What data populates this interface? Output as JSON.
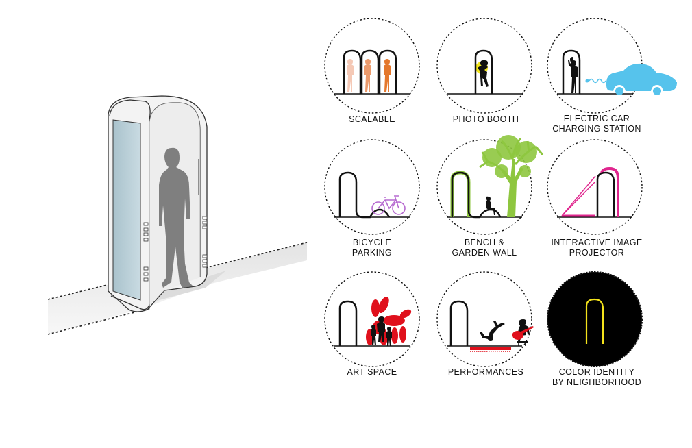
{
  "panels": [
    {
      "id": "scalable",
      "lines": [
        "SCALABLE"
      ]
    },
    {
      "id": "photo-booth",
      "lines": [
        "PHOTO BOOTH"
      ]
    },
    {
      "id": "electric-car",
      "lines": [
        "ELECTRIC CAR",
        "CHARGING STATION"
      ]
    },
    {
      "id": "bicycle",
      "lines": [
        "BICYCLE",
        "PARKING"
      ]
    },
    {
      "id": "bench",
      "lines": [
        "BENCH &",
        "GARDEN WALL"
      ]
    },
    {
      "id": "projector",
      "lines": [
        "INTERACTIVE IMAGE",
        "PROJECTOR"
      ]
    },
    {
      "id": "art",
      "lines": [
        "ART SPACE"
      ]
    },
    {
      "id": "performances",
      "lines": [
        "PERFORMANCES"
      ]
    },
    {
      "id": "color",
      "lines": [
        "COLOR IDENTITY",
        "BY NEIGHBORHOOD"
      ]
    }
  ],
  "colors": {
    "scalable": [
      "#f5c9b6",
      "#eb9a6c",
      "#e4782d"
    ],
    "photo_flash": "#f2e51d",
    "car": "#56c3ec",
    "bicycle": "#b66ad0",
    "tree": "#8ec63f",
    "projector": "#e0268e",
    "balloon_dog": "#e0101c",
    "stage": "#e0101c",
    "neighborhood_outline": "#f3e21c"
  }
}
